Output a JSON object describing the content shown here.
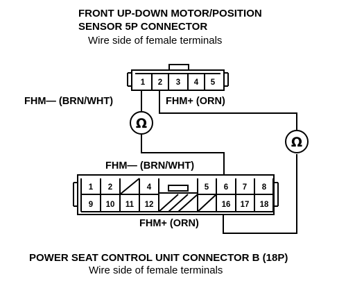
{
  "header": {
    "title_line1": "FRONT UP-DOWN MOTOR/POSITION",
    "title_line2": "SENSOR 5P CONNECTOR",
    "subtitle": "Wire side of female terminals"
  },
  "top_connector": {
    "pins": [
      "1",
      "2",
      "3",
      "4",
      "5"
    ]
  },
  "labels": {
    "fhm_neg_top": "FHM— (BRN/WHT)",
    "fhm_pos_top": "FHM+ (ORN)",
    "fhm_neg_mid": "FHM— (BRN/WHT)",
    "fhm_pos_bot": "FHM+ (ORN)"
  },
  "meters": {
    "left_symbol": "Ω",
    "right_symbol": "Ω"
  },
  "bottom_connector": {
    "row1": [
      "1",
      "2",
      "4",
      "5",
      "6",
      "7",
      "8"
    ],
    "row2": [
      "9",
      "10",
      "11",
      "12",
      "16",
      "17",
      "18"
    ]
  },
  "footer": {
    "title": "POWER SEAT CONTROL UNIT CONNECTOR B (18P)",
    "subtitle": "Wire side of female terminals"
  }
}
